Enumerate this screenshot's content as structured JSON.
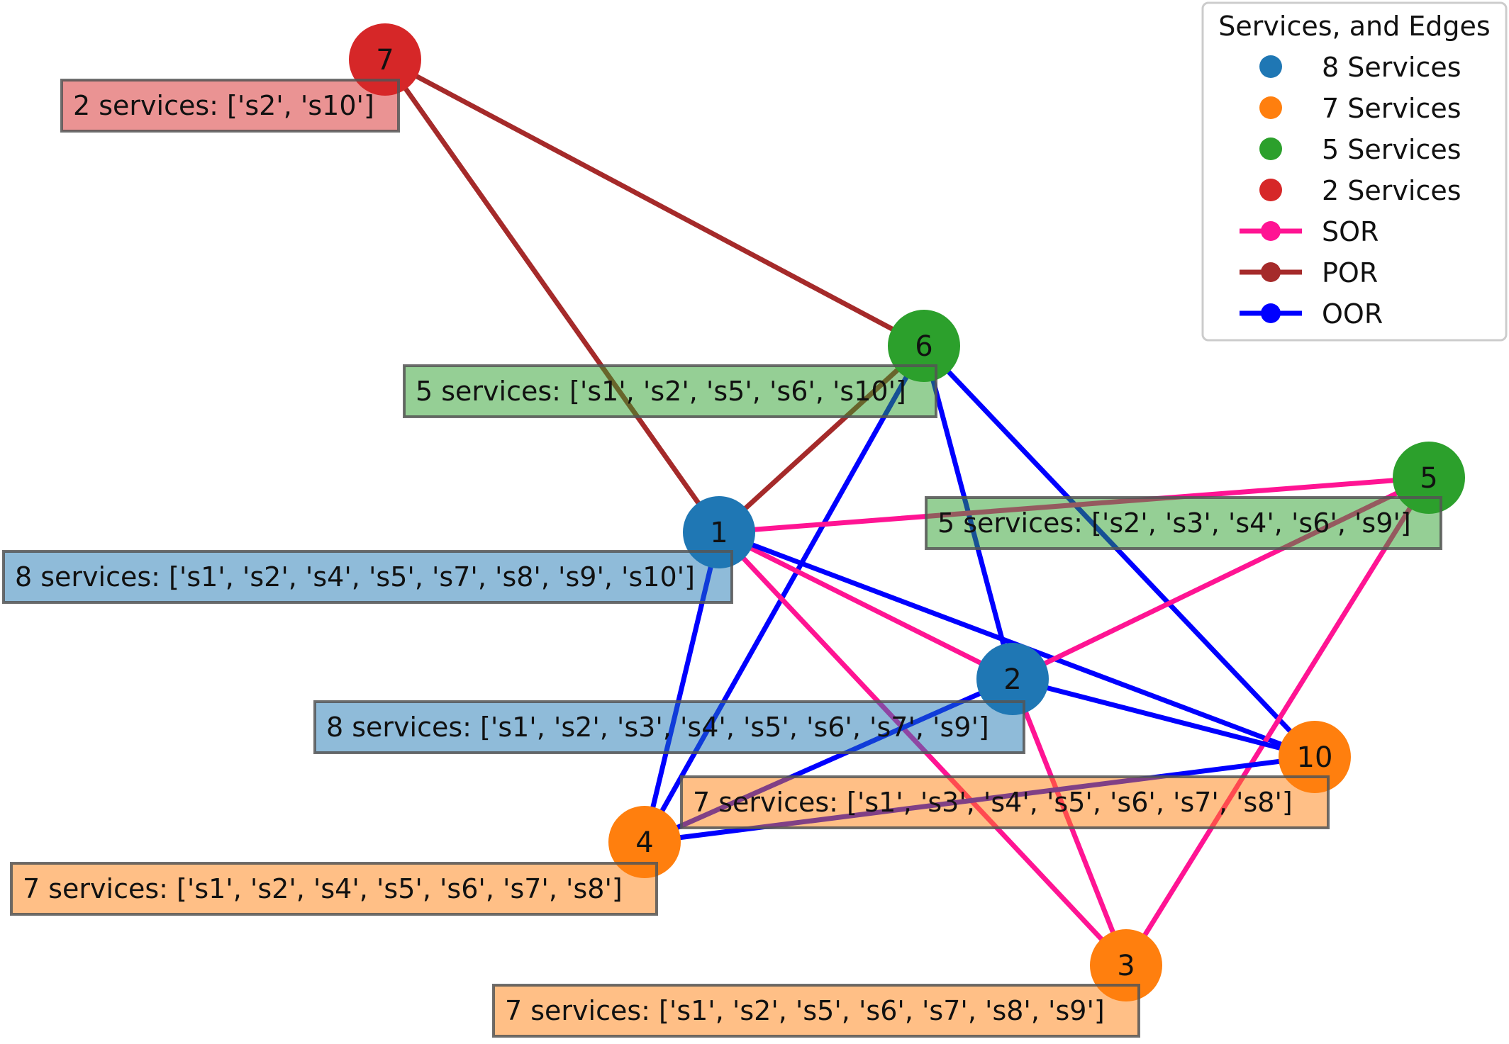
{
  "legend": {
    "title": "Services, and Edges",
    "node_entries": [
      {
        "label": "8 Services",
        "color": "#1f77b4"
      },
      {
        "label": "7 Services",
        "color": "#ff7f0e"
      },
      {
        "label": "5 Services",
        "color": "#2ca02c"
      },
      {
        "label": "2 Services",
        "color": "#d62728"
      }
    ],
    "edge_entries": [
      {
        "label": "SOR",
        "color": "#ff1493"
      },
      {
        "label": "POR",
        "color": "#a52a2a"
      },
      {
        "label": "OOR",
        "color": "#0000ff"
      }
    ]
  },
  "nodes": [
    {
      "id": "1",
      "color": "#1f77b4",
      "services_label": "8 services: ['s1', 's2', 's4', 's5', 's7', 's8', 's9', 's10']",
      "box_color": "#8fbbdc"
    },
    {
      "id": "2",
      "color": "#1f77b4",
      "services_label": "8 services: ['s1', 's2', 's3', 's4', 's5', 's6', 's7', 's9']",
      "box_color": "#8fbbdc"
    },
    {
      "id": "3",
      "color": "#ff7f0e",
      "services_label": "7 services: ['s1', 's2', 's5', 's6', 's7', 's8', 's9']",
      "box_color": "#ffbf86"
    },
    {
      "id": "4",
      "color": "#ff7f0e",
      "services_label": "7 services: ['s1', 's2', 's4', 's5', 's6', 's7', 's8']",
      "box_color": "#ffbf86"
    },
    {
      "id": "5",
      "color": "#2ca02c",
      "services_label": "5 services: ['s2', 's3', 's4', 's6', 's9']",
      "box_color": "#94cf94"
    },
    {
      "id": "6",
      "color": "#2ca02c",
      "services_label": "5 services: ['s1', 's2', 's5', 's6', 's10']",
      "box_color": "#94cf94"
    },
    {
      "id": "7",
      "color": "#d62728",
      "services_label": "2 services: ['s2', 's10']",
      "box_color": "#ea9293"
    },
    {
      "id": "10",
      "color": "#ff7f0e",
      "services_label": "7 services: ['s1', 's3', 's4', 's5', 's6', 's7', 's8']",
      "box_color": "#ffbf86"
    }
  ],
  "edges": [
    {
      "source": "7",
      "target": "6",
      "type": "POR"
    },
    {
      "source": "7",
      "target": "1",
      "type": "POR"
    },
    {
      "source": "6",
      "target": "1",
      "type": "POR"
    },
    {
      "source": "6",
      "target": "4",
      "type": "OOR"
    },
    {
      "source": "6",
      "target": "2",
      "type": "OOR"
    },
    {
      "source": "6",
      "target": "10",
      "type": "OOR"
    },
    {
      "source": "1",
      "target": "5",
      "type": "SOR"
    },
    {
      "source": "1",
      "target": "2",
      "type": "SOR"
    },
    {
      "source": "1",
      "target": "3",
      "type": "SOR"
    },
    {
      "source": "1",
      "target": "10",
      "type": "OOR"
    },
    {
      "source": "1",
      "target": "4",
      "type": "OOR"
    },
    {
      "source": "5",
      "target": "2",
      "type": "SOR"
    },
    {
      "source": "5",
      "target": "3",
      "type": "SOR"
    },
    {
      "source": "2",
      "target": "10",
      "type": "OOR"
    },
    {
      "source": "2",
      "target": "4",
      "type": "OOR"
    },
    {
      "source": "2",
      "target": "3",
      "type": "SOR"
    },
    {
      "source": "10",
      "target": "4",
      "type": "OOR"
    }
  ]
}
